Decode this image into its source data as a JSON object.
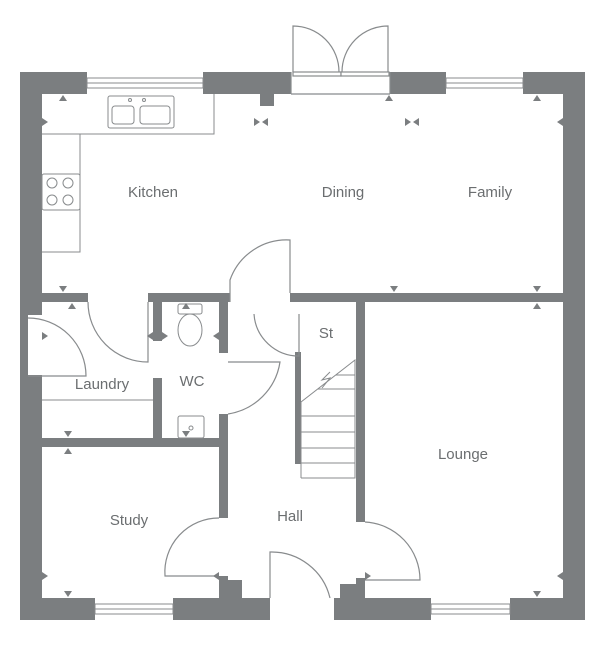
{
  "colors": {
    "wall": "#7b7e80",
    "line": "#888b8d",
    "label": "#6b6e70",
    "background": "#ffffff"
  },
  "rooms": {
    "kitchen": "Kitchen",
    "dining": "Dining",
    "family": "Family",
    "laundry": "Laundry",
    "wc": "WC",
    "st": "St",
    "lounge": "Lounge",
    "study": "Study",
    "hall": "Hall"
  }
}
